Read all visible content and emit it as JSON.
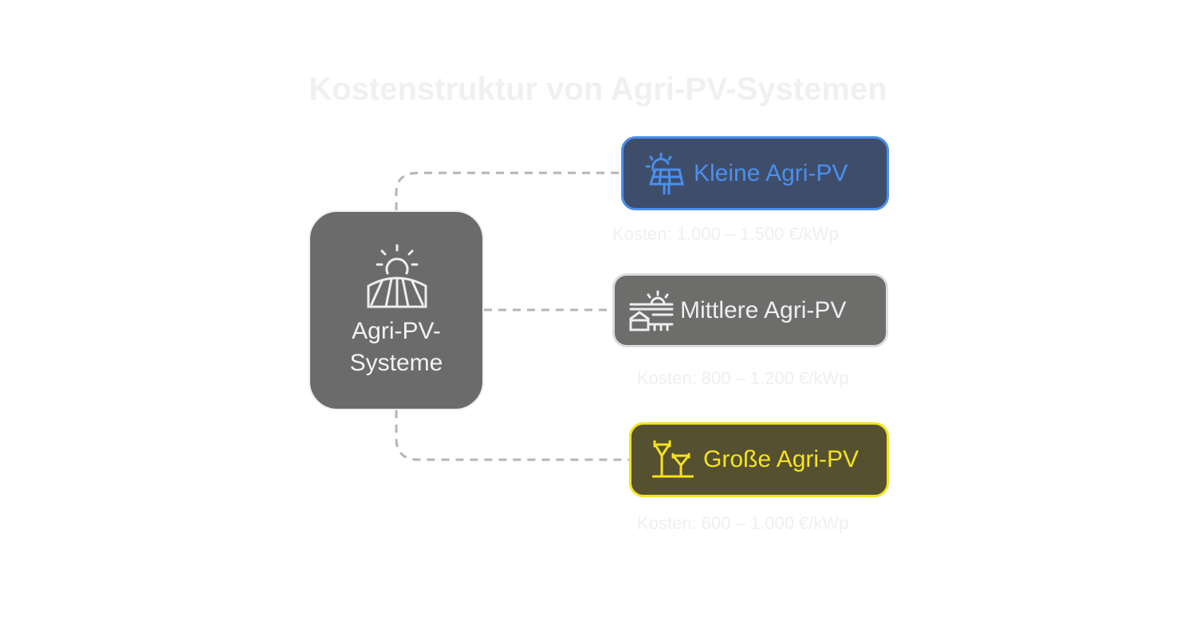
{
  "title": "Kostenstruktur von Agri-PV-Systemen",
  "center": {
    "label": "Agri-PV-Systeme",
    "icon": "sun-field-icon"
  },
  "branches": [
    {
      "label": "Kleine Agri-PV",
      "cost": "Kosten: 1.000 – 1.500 €/kWp",
      "icon": "solar-panel-sun-icon",
      "color": "#4a8fef"
    },
    {
      "label": "Mittlere Agri-PV",
      "cost": "Kosten: 800 – 1.200 €/kWp",
      "icon": "farm-sun-icon",
      "color": "#eeeeee"
    },
    {
      "label": "Große Agri-PV",
      "cost": "Kosten: 600 – 1.000 €/kWp",
      "icon": "power-pole-icon",
      "color": "#f5e31b"
    }
  ]
}
